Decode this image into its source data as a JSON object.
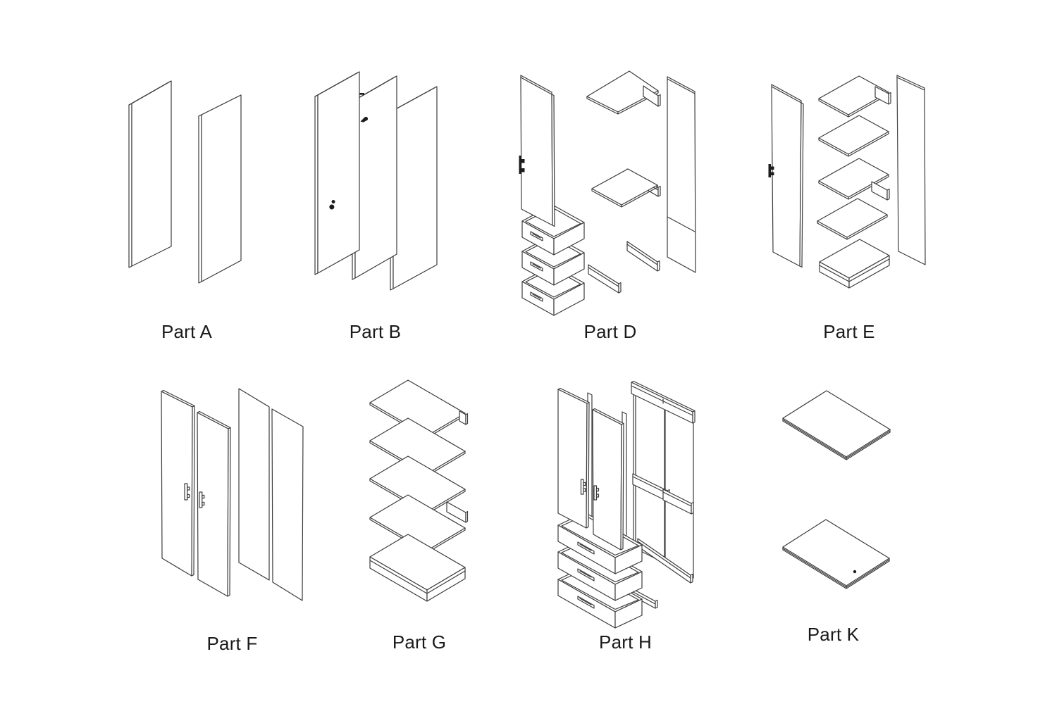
{
  "canvas": {
    "background": "#ffffff",
    "stroke_color": "#3c3c3c",
    "label_color": "#1a1a1a"
  },
  "parts": [
    {
      "id": "A",
      "label": "Part A",
      "depicts": "two-tall-side-panels"
    },
    {
      "id": "B",
      "label": "Part B",
      "depicts": "three-tall-panels-with-lock-marks"
    },
    {
      "id": "D",
      "label": "Part D",
      "depicts": "door-three-drawers-shelves-rails-back-panel"
    },
    {
      "id": "E",
      "label": "Part E",
      "depicts": "door-five-shelves-side-panel"
    },
    {
      "id": "F",
      "label": "Part F",
      "depicts": "two-doors-with-handles-two-plain-panels"
    },
    {
      "id": "G",
      "label": "Part G",
      "depicts": "five-stacked-shelves"
    },
    {
      "id": "H",
      "label": "Part H",
      "depicts": "two-doors-three-drawers-back-frame-with-rails"
    },
    {
      "id": "K",
      "label": "Part K",
      "depicts": "two-flat-boards"
    }
  ]
}
